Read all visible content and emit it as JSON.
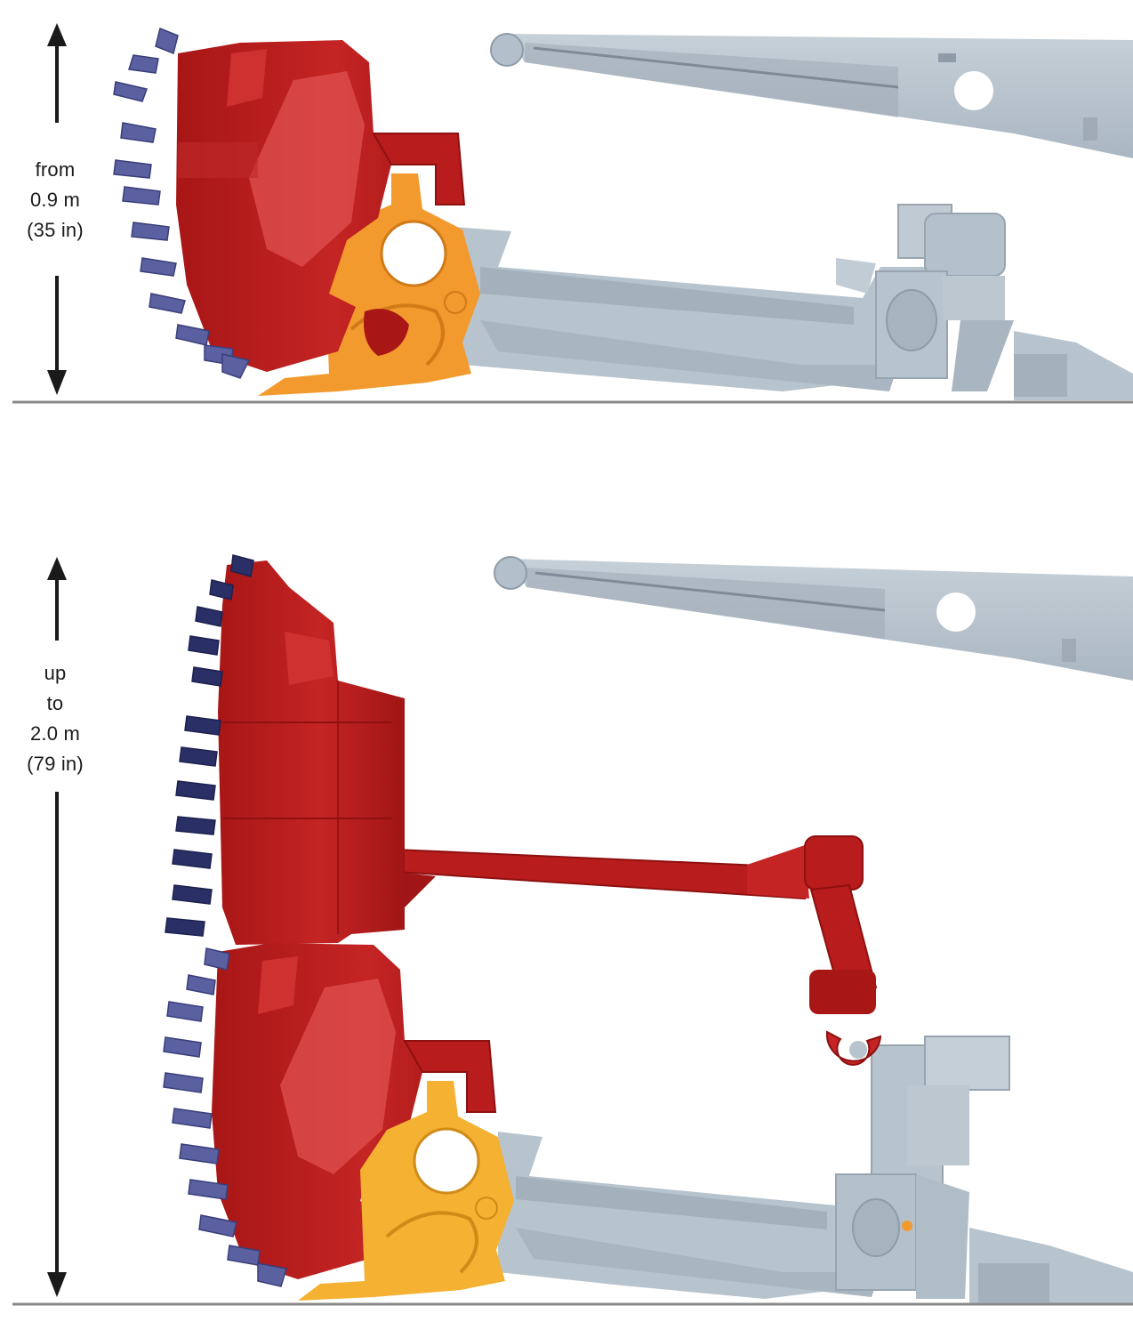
{
  "top_panel": {
    "label_lines": [
      "from",
      "0.9 m",
      "(35 in)"
    ]
  },
  "bottom_panel": {
    "label_lines": [
      "up",
      "to",
      "2.0 m",
      "(79 in)"
    ]
  },
  "colors": {
    "drum_red": "#b81c1c",
    "drum_red_light": "#e05050",
    "bracket_orange_top": "#f29a2e",
    "bracket_orange_bottom": "#f4b132",
    "frame_gray": "#b7c3cd",
    "frame_gray_dark": "#8f9ca8",
    "pick_blue": "#5a60a0",
    "pick_navy": "#2a2f66",
    "ground_line": "#888888",
    "arrow": "#1a1a1a"
  }
}
